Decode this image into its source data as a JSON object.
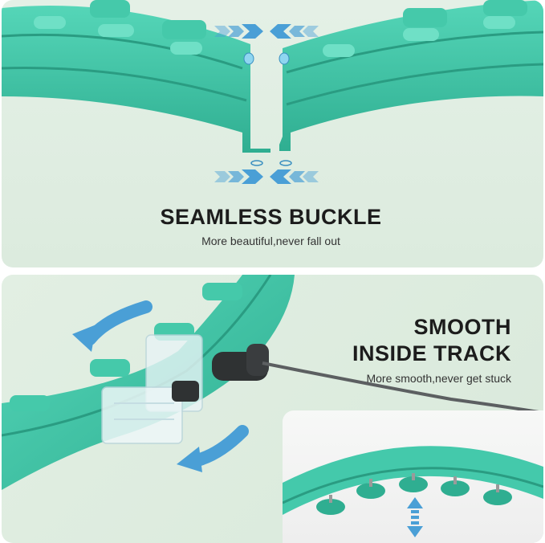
{
  "sections": [
    {
      "title": "SEAMLESS BUCKLE",
      "subtitle": "More beautiful,never fall out"
    },
    {
      "title_line1": "SMOOTH",
      "title_line2": "INSIDE TRACK",
      "subtitle": "More smooth,never get stuck"
    }
  ],
  "colors": {
    "teal": "#3cc4a6",
    "teal_dark": "#2aa88c",
    "arrow_blue": "#4a9fd6",
    "panel_bg": "#e0eee2",
    "text": "#1c1c1c"
  }
}
